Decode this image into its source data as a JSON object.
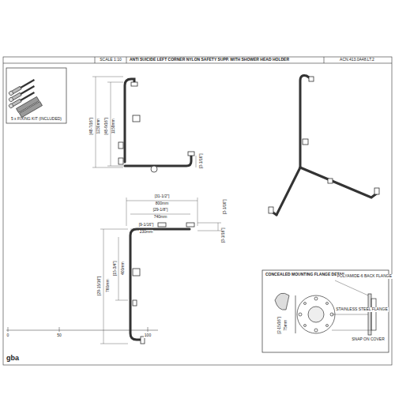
{
  "diagram": {
    "nodes": [
      {
        "text": [
          "5 x FIXING KIT (INCLUDED)"
        ]
      },
      {
        "text": [
          "CONCEALED MOUNTING FLANGE DETAIL"
        ]
      }
    ],
    "labels": [
      "ANTI SUICIDE LEFT CORNER NYLON SAFETY SUPP. WITH SHOWER HEAD HOLDER",
      "ACN.413.0A48.LT.2",
      "SCALE 1:10",
      "[48-7/16\"]",
      "1230mm",
      "[45-9/16\"]",
      "1158mm",
      "[3-1/16\"]",
      "[31-1/2\"]",
      "800mm",
      "[29-1/8\"]",
      "740mm",
      "[9-1/16\"]",
      "230mm",
      "[3-1/16\"]",
      "[3-1/16\"]",
      "[29-15/16\"]",
      "760mm",
      "[15-3/4\"]",
      "400mm",
      "POLYAMIDE-6 BACK FLANGE",
      "STAINLESS STEEL FLANGE",
      "SNAP ON COVER",
      "[2-15/16\"]",
      "75mm",
      "0",
      "50",
      "100",
      "gba"
    ]
  }
}
